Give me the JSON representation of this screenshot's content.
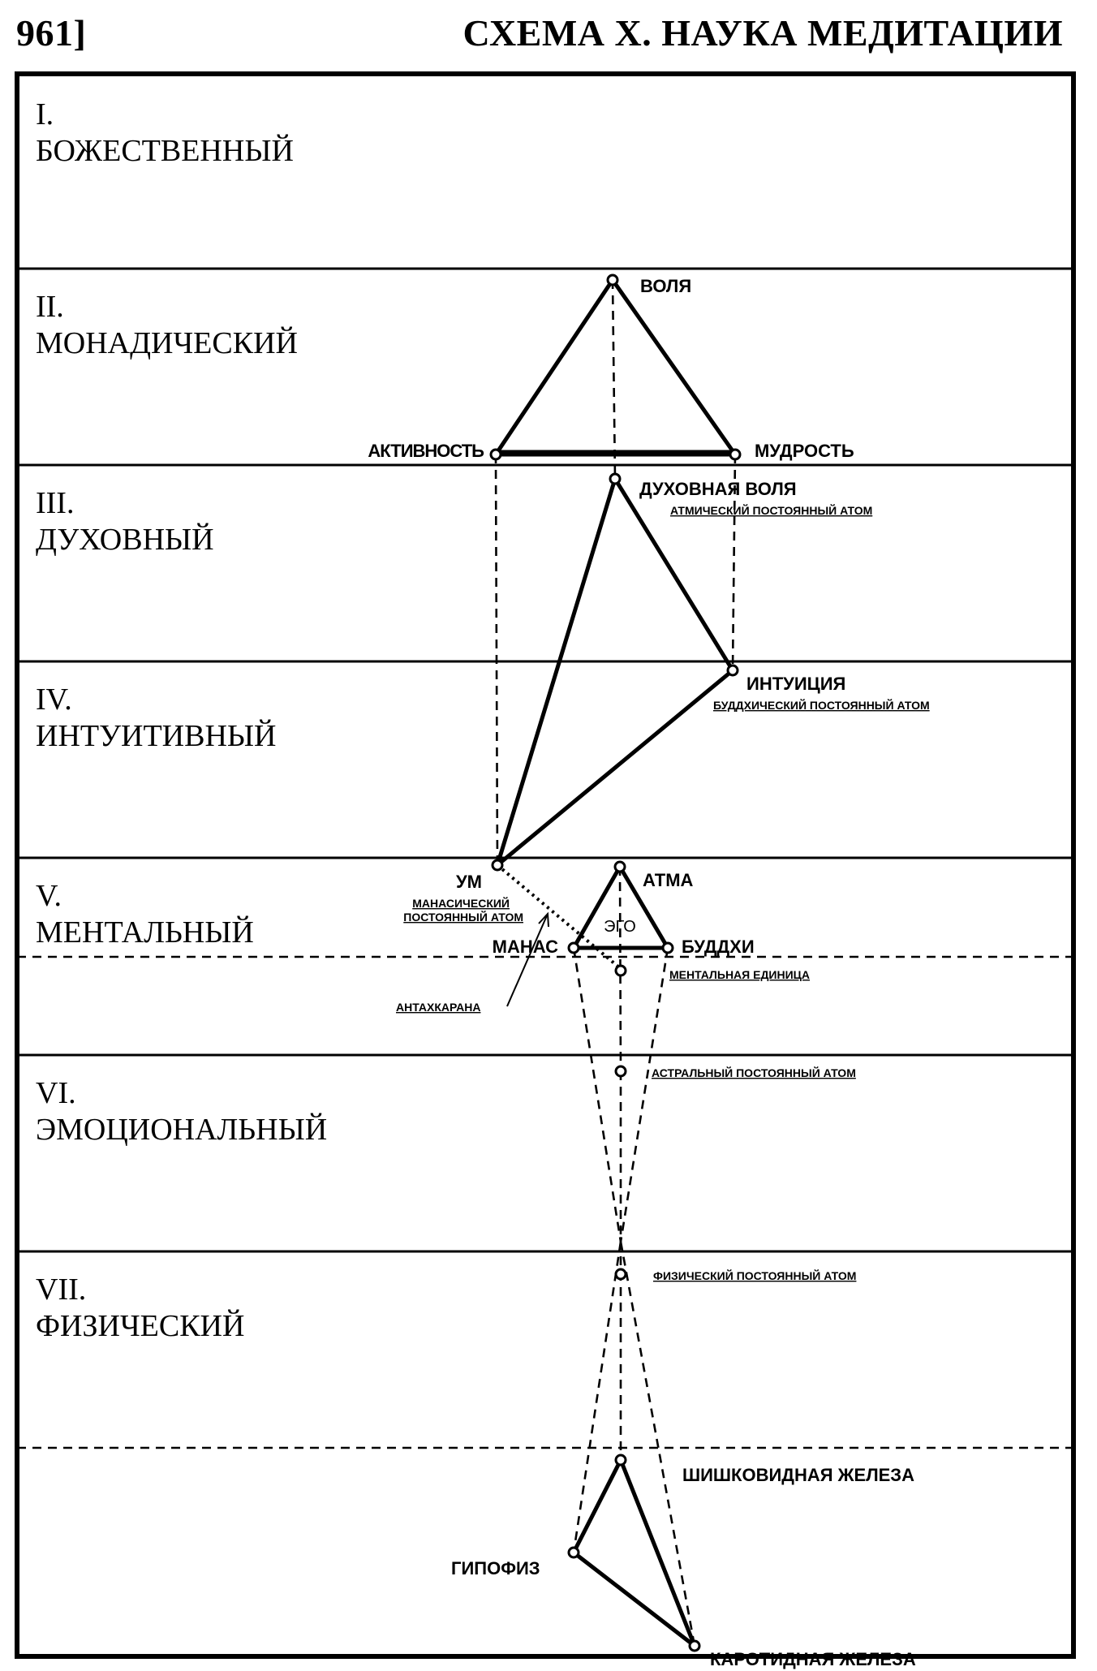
{
  "header": {
    "page_number": "961]",
    "title": "СХЕМА X. НАУКА МЕДИТАЦИИ"
  },
  "planes": [
    {
      "number": "I.",
      "name": "БОЖЕСТВЕННЫЙ"
    },
    {
      "number": "II.",
      "name": "МОНАДИЧЕСКИЙ"
    },
    {
      "number": "III.",
      "name": "ДУХОВНЫЙ"
    },
    {
      "number": "IV.",
      "name": "ИНТУИТИВНЫЙ"
    },
    {
      "number": "V.",
      "name": "МЕНТАЛЬНЫЙ"
    },
    {
      "number": "VI.",
      "name": "ЭМОЦИОНАЛЬНЫЙ"
    },
    {
      "number": "VII.",
      "name": "ФИЗИЧЕСКИЙ"
    }
  ],
  "labels": {
    "volya": "ВОЛЯ",
    "aktivnost": "АКТИВНОСТЬ",
    "mudrost": "МУДРОСТЬ",
    "dukhovnaya_volya": "ДУХОВНАЯ  ВОЛЯ",
    "atmic_atom": "АТМИЧЕСКИЙ ПОСТОЯННЫЙ АТОМ",
    "intuitsiya": "ИНТУИЦИЯ",
    "buddhic_atom": "БУДДХИЧЕСКИЙ ПОСТОЯННЫЙ АТОМ",
    "um": "УМ",
    "manasic_atom_1": "МАНАСИЧЕСКИЙ",
    "manasic_atom_2": "ПОСТОЯННЫЙ АТОМ",
    "atma": "АТМА",
    "ego": "ЭГО",
    "manas": "МАНАС",
    "buddhi": "БУДДХИ",
    "mental_unit": "МЕНТАЛЬНАЯ ЕДИНИЦА",
    "antakharana": "АНТАХКАРАНА",
    "astral_atom": "АСТРАЛЬНЫЙ ПОСТОЯННЫЙ АТОМ",
    "physical_atom": "ФИЗИЧЕСКИЙ ПОСТОЯННЫЙ АТОМ",
    "pineal": "ШИШКОВИДНАЯ ЖЕЛЕЗА",
    "pituitary": "ГИПОФИЗ",
    "carotid": "КАРОТИДНАЯ ЖЕЛЕЗА"
  }
}
